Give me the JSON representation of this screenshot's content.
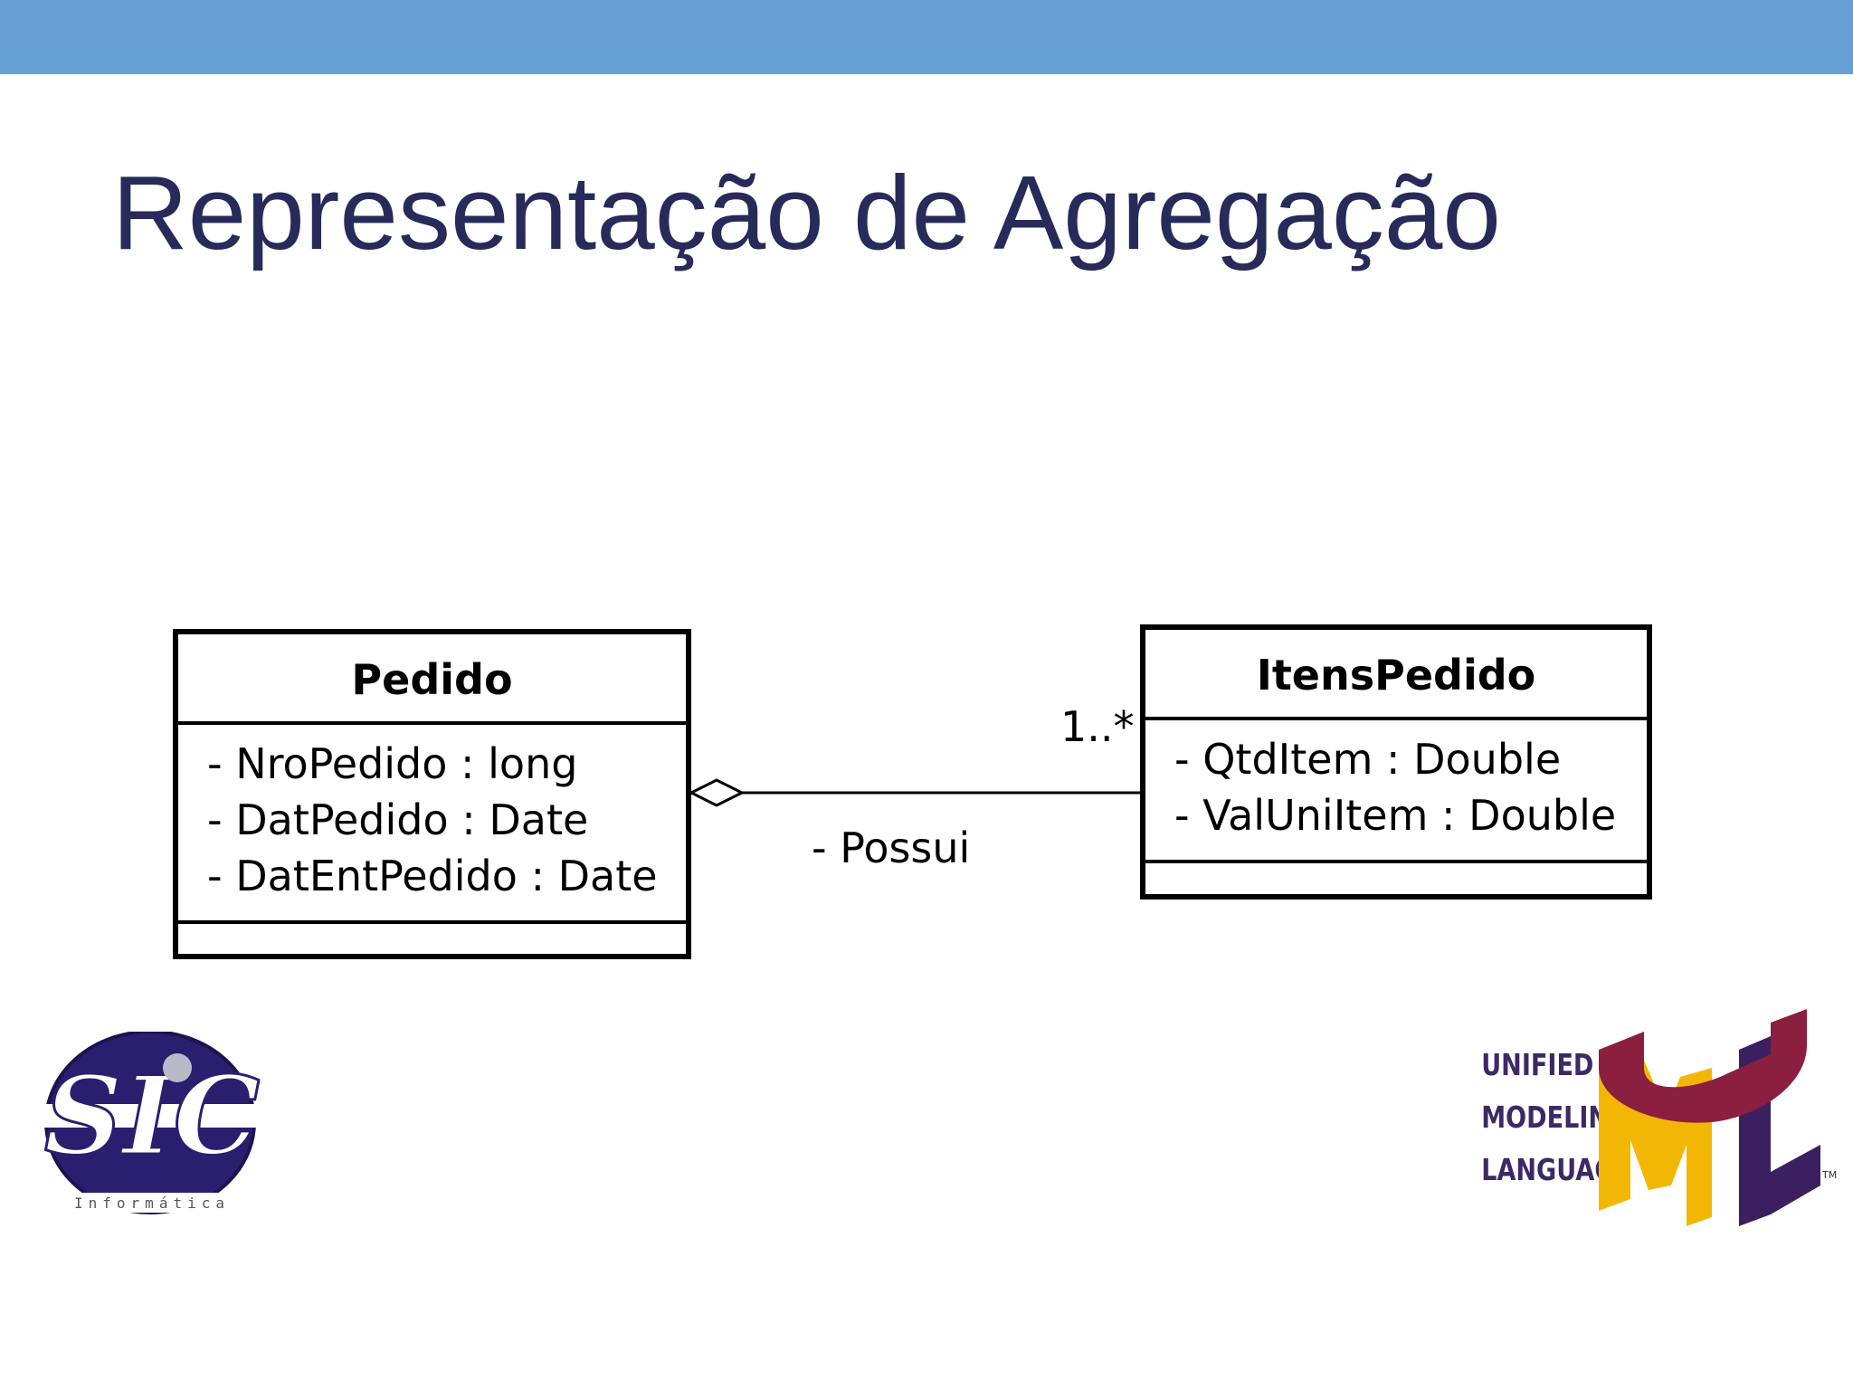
{
  "slide": {
    "title": "Representação de Agregação"
  },
  "diagram": {
    "classes": [
      {
        "name": "Pedido",
        "attributes": [
          "- NroPedido : long",
          "- DatPedido : Date",
          "- DatEntPedido : Date"
        ]
      },
      {
        "name": "ItensPedido",
        "attributes": [
          "- QtdItem : Double",
          "- ValUniItem : Double"
        ]
      }
    ],
    "association": {
      "kind": "aggregation",
      "role": "- Possui",
      "multiplicity": "1..*"
    }
  },
  "logos": {
    "sic": {
      "text": "SIC",
      "subtitle": "Informática"
    },
    "uml": {
      "words": [
        "UNIFIED",
        "MODELING",
        "LANGUAGE"
      ],
      "tm": "TM"
    }
  },
  "colors": {
    "top_bar": "#659fd4",
    "title": "#272b5a",
    "uml_red": "#8a1f3f",
    "uml_yellow": "#f2b705",
    "uml_purple": "#3b1f5e",
    "sic_navy": "#2a1f6e"
  }
}
